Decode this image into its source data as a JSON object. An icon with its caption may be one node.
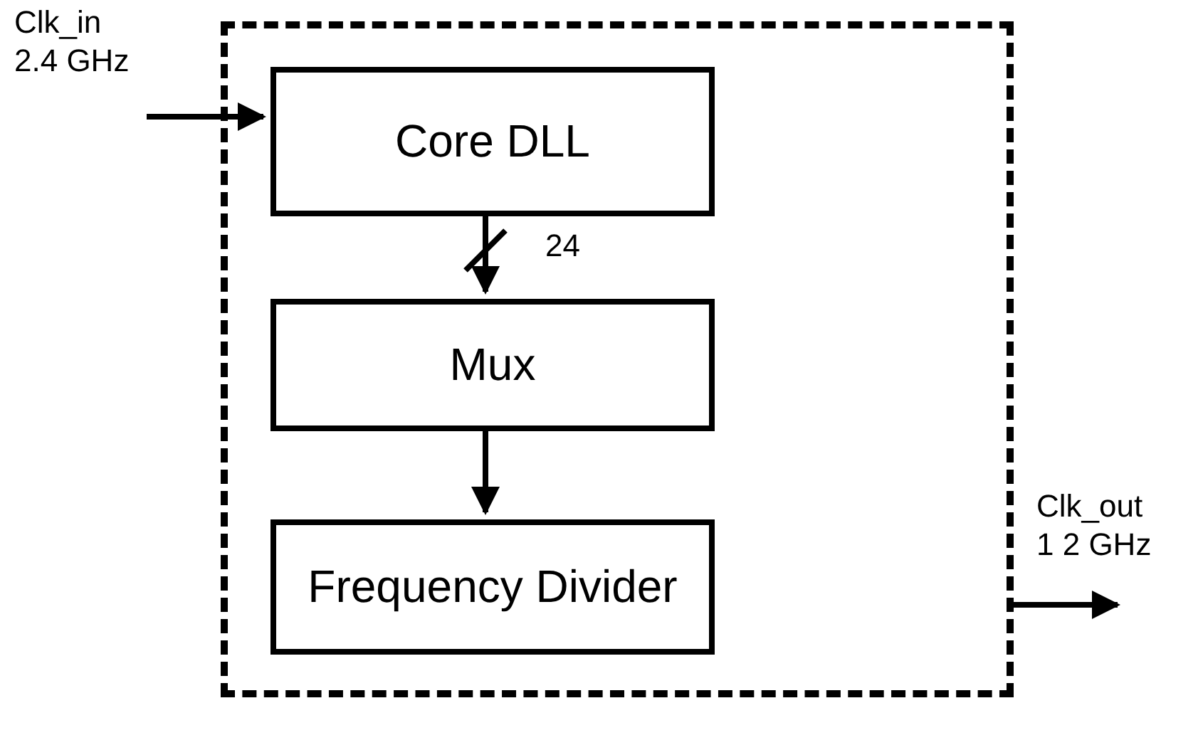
{
  "diagram": {
    "nodes": [
      {
        "text": [],
        "shape": "box"
      },
      {
        "text": [
          "Core DLL"
        ],
        "in": 0
      },
      {
        "text": [
          "Mux"
        ],
        "in": 0
      },
      {
        "text": [
          "Frequency Divider"
        ],
        "in": 0
      }
    ],
    "edges": [
      {
        "from": null,
        "to": 1,
        "arrow": "to"
      },
      {
        "from": 1,
        "to": 2,
        "arrow": "to",
        "label": "24"
      },
      {
        "from": 2,
        "to": 3,
        "arrow": "to"
      },
      {
        "from": 0,
        "to": null,
        "arrow": "to"
      }
    ],
    "labels": [
      "Clk_in",
      "2.4 GHz",
      "Clk_out",
      "1 2 GHz"
    ]
  }
}
